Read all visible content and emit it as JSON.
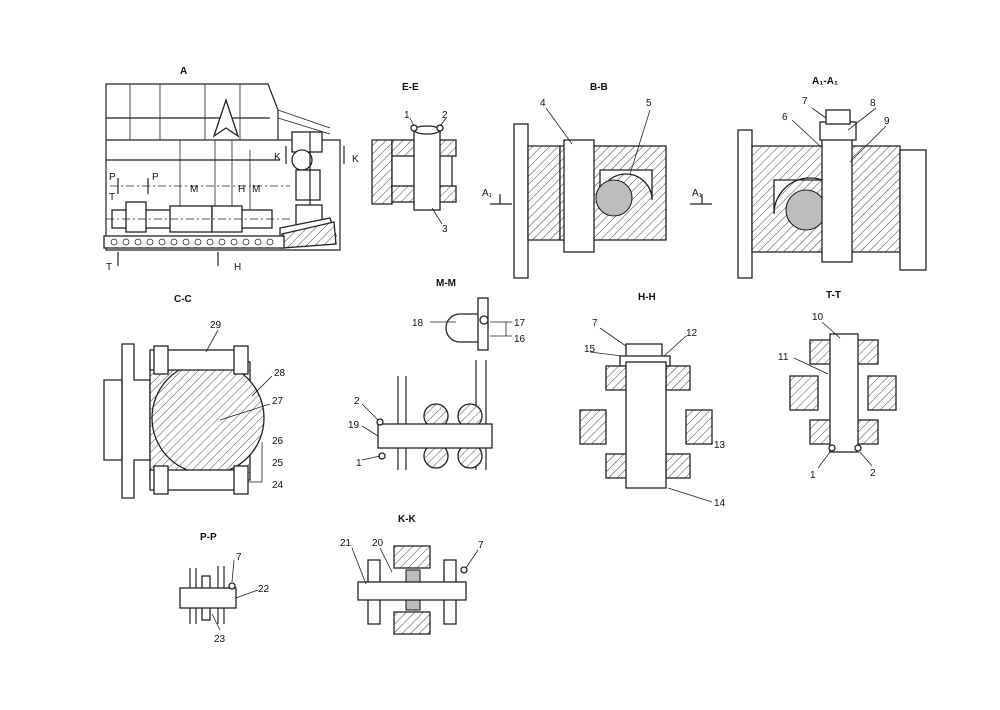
{
  "views": {
    "a": "A",
    "ee": "E-E",
    "bb": "B-B",
    "a1a1": "A₁-A₁",
    "cc": "C-C",
    "mm": "M-M",
    "hh": "H-H",
    "tt": "T-T",
    "pp": "P-P",
    "kk": "K-K"
  },
  "cut_marks": {
    "p": "P",
    "t": "T",
    "m": "M",
    "h": "H",
    "k": "K",
    "a1": "A₁"
  },
  "callouts": {
    "ee": [
      "1",
      "2",
      "3"
    ],
    "bb": [
      "4",
      "5"
    ],
    "a1a1": [
      "7",
      "8",
      "6",
      "9"
    ],
    "cc": [
      "29",
      "28",
      "27",
      "26",
      "25",
      "24"
    ],
    "mm_top": [
      "18",
      "17",
      "16"
    ],
    "mm": [
      "2",
      "19",
      "1"
    ],
    "hh": [
      "7",
      "12",
      "15",
      "13",
      "14"
    ],
    "tt": [
      "10",
      "11",
      "1",
      "2"
    ],
    "pp": [
      "7",
      "22",
      "23"
    ],
    "kk": [
      "21",
      "20",
      "7"
    ]
  }
}
